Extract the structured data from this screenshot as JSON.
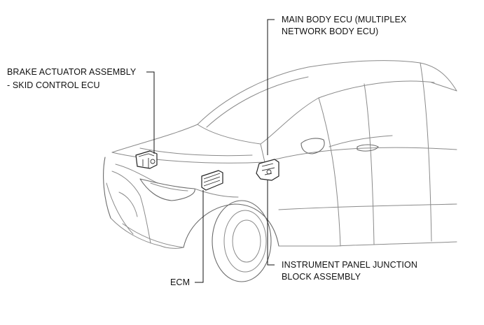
{
  "labels": {
    "main_body_ecu": [
      "MAIN BODY ECU (MULTIPLEX",
      "NETWORK BODY ECU)"
    ],
    "brake_actuator": [
      "BRAKE ACTUATOR ASSEMBLY",
      "- SKID CONTROL ECU"
    ],
    "ecm": "ECM",
    "instrument_panel_jb": [
      "INSTRUMENT PANEL JUNCTION",
      "BLOCK ASSEMBLY"
    ]
  }
}
